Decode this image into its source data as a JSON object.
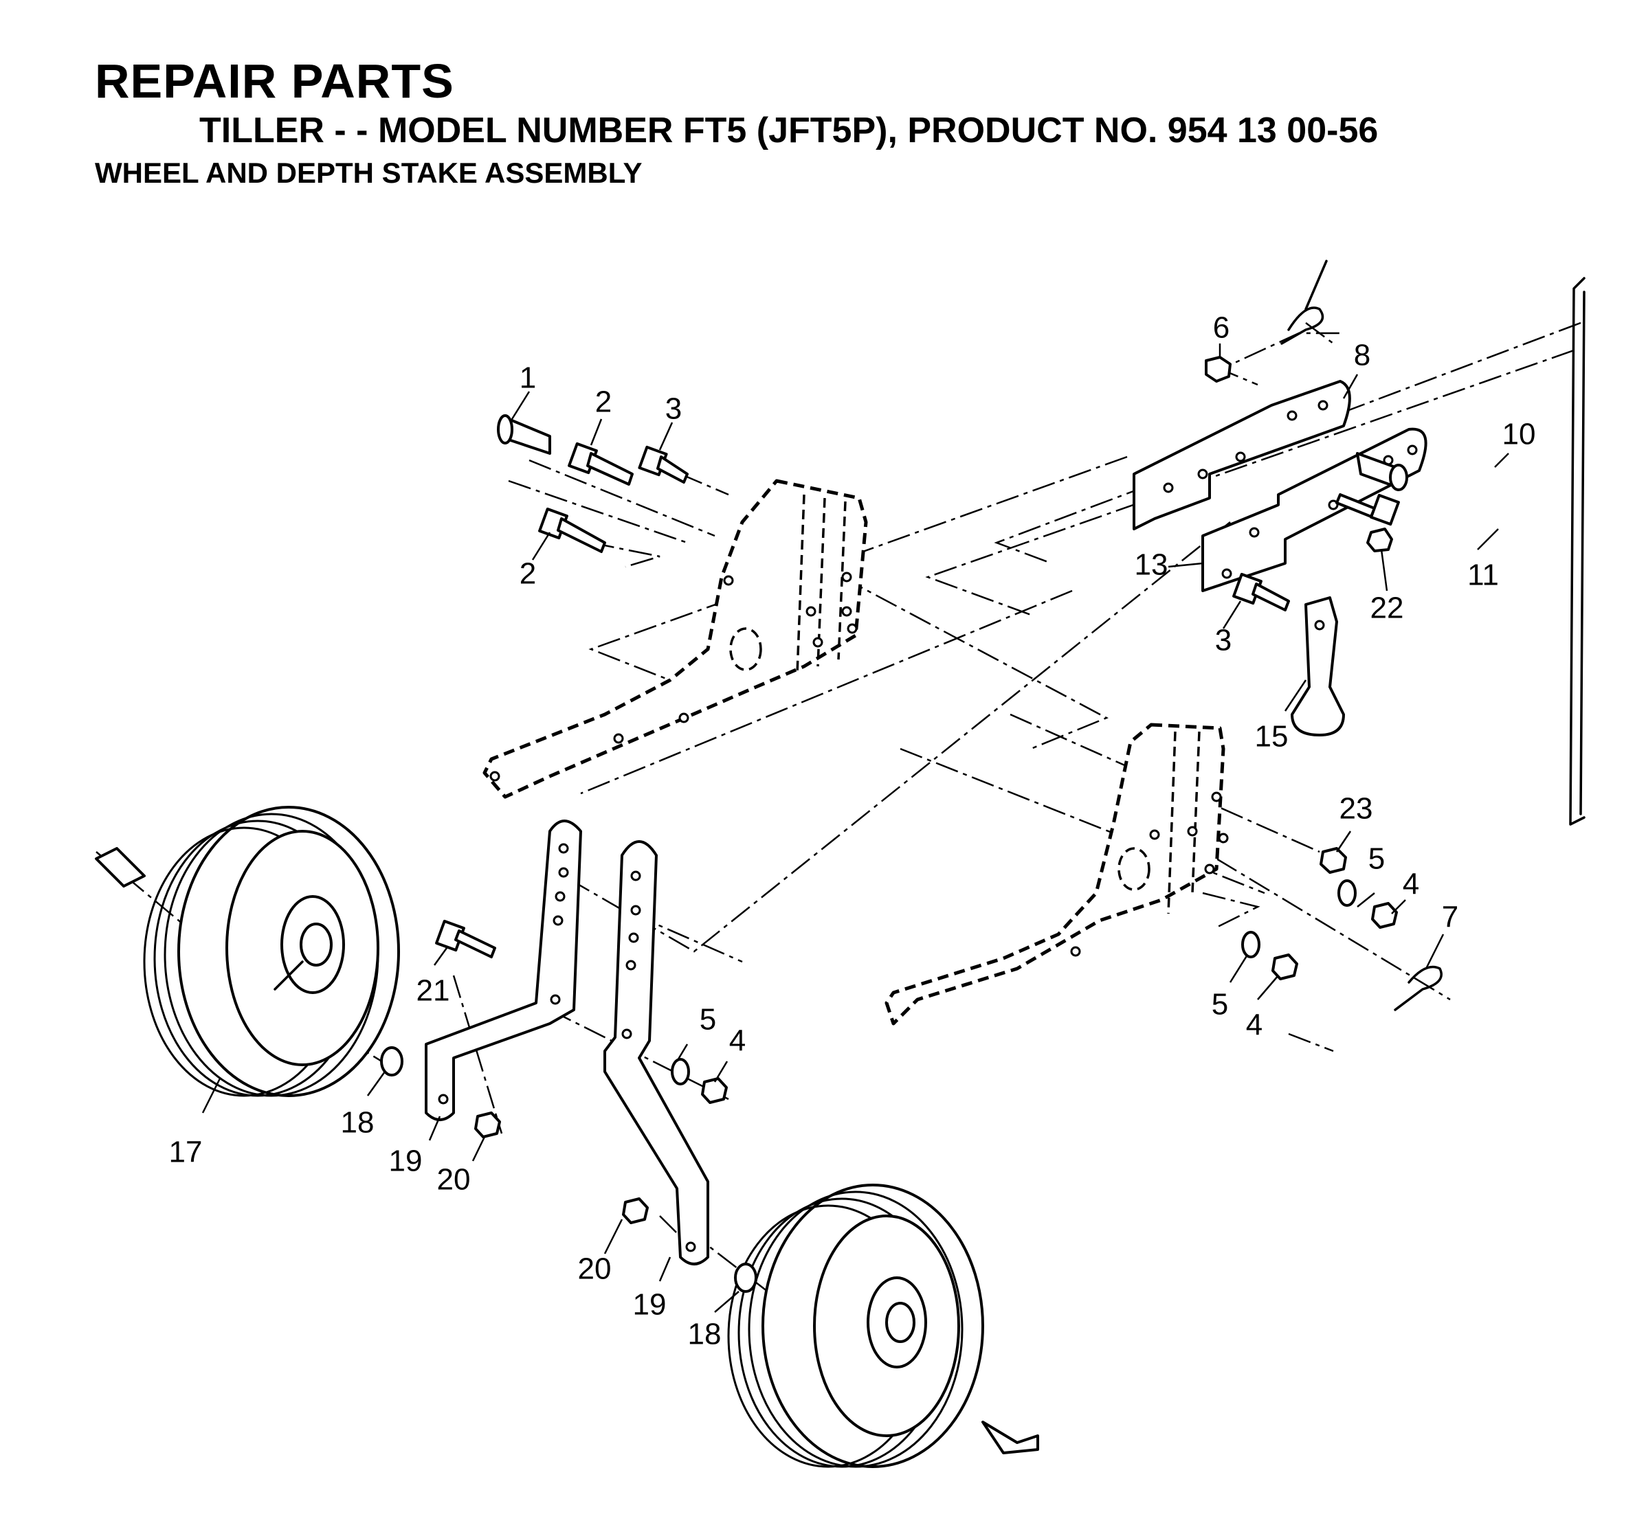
{
  "header": {
    "title": "REPAIR PARTS",
    "subtitle": "TILLER - - MODEL NUMBER FT5 (JFT5P), PRODUCT NO. 954 13 00-56",
    "section": "WHEEL AND DEPTH STAKE ASSEMBLY"
  },
  "callouts": [
    {
      "id": "c1",
      "label": "1"
    },
    {
      "id": "c2a",
      "label": "2"
    },
    {
      "id": "c2b",
      "label": "2"
    },
    {
      "id": "c3a",
      "label": "3"
    },
    {
      "id": "c3b",
      "label": "3"
    },
    {
      "id": "c4a",
      "label": "4"
    },
    {
      "id": "c4b",
      "label": "4"
    },
    {
      "id": "c4c",
      "label": "4"
    },
    {
      "id": "c5a",
      "label": "5"
    },
    {
      "id": "c5b",
      "label": "5"
    },
    {
      "id": "c5c",
      "label": "5"
    },
    {
      "id": "c6",
      "label": "6"
    },
    {
      "id": "c7",
      "label": "7"
    },
    {
      "id": "c8",
      "label": "8"
    },
    {
      "id": "c10",
      "label": "10"
    },
    {
      "id": "c11",
      "label": "11"
    },
    {
      "id": "c13",
      "label": "13"
    },
    {
      "id": "c15",
      "label": "15"
    },
    {
      "id": "c17",
      "label": "17"
    },
    {
      "id": "c18a",
      "label": "18"
    },
    {
      "id": "c18b",
      "label": "18"
    },
    {
      "id": "c19a",
      "label": "19"
    },
    {
      "id": "c19b",
      "label": "19"
    },
    {
      "id": "c20a",
      "label": "20"
    },
    {
      "id": "c20b",
      "label": "20"
    },
    {
      "id": "c21",
      "label": "21"
    },
    {
      "id": "c22",
      "label": "22"
    },
    {
      "id": "c23",
      "label": "23"
    }
  ]
}
